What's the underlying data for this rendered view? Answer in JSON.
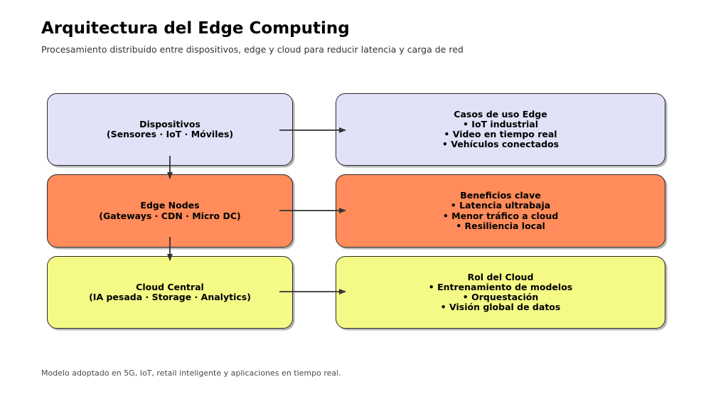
{
  "page": {
    "title": "Arquitectura del Edge Computing",
    "subtitle": "Procesamiento distribuido entre dispositivos, edge y cloud para reducir latencia y carga de red",
    "footnote": "Modelo adoptado en 5G, IoT, retail inteligente y aplicaciones en tiempo real."
  },
  "colors": {
    "devices_fill": "#E1E1F8",
    "edge_fill": "#FF8C5A",
    "cloud_fill": "#F5FA87",
    "box_border": "#2B2B2B",
    "arrow": "#333333"
  },
  "diagram": {
    "rows": [
      {
        "left": {
          "title": "Dispositivos",
          "lines": [
            "(Sensores · IoT · Móviles)"
          ]
        },
        "right": {
          "title": "Casos de uso Edge",
          "lines": [
            "• IoT industrial",
            "• Video en tiempo real",
            "• Vehículos conectados"
          ]
        }
      },
      {
        "left": {
          "title": "Edge Nodes",
          "lines": [
            "(Gateways · CDN · Micro DC)"
          ]
        },
        "right": {
          "title": "Beneficios clave",
          "lines": [
            "• Latencia ultrabaja",
            "• Menor tráfico a cloud",
            "• Resiliencia local"
          ]
        }
      },
      {
        "left": {
          "title": "Cloud Central",
          "lines": [
            "(IA pesada · Storage · Analytics)"
          ]
        },
        "right": {
          "title": "Rol del Cloud",
          "lines": [
            "• Entrenamiento de modelos",
            "• Orquestación",
            "• Visión global de datos"
          ]
        }
      }
    ]
  }
}
